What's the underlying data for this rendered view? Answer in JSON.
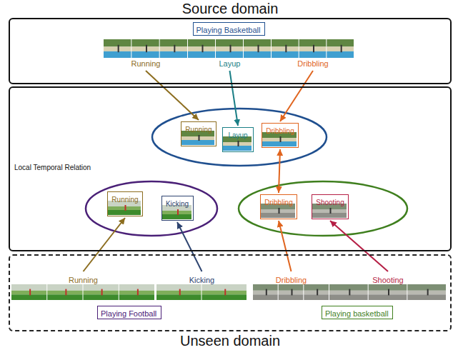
{
  "diagram": {
    "nodes": [
      {
        "text": [
          "Source domain"
        ]
      },
      {
        "text": [
          "Playing Basketball"
        ],
        "in": 0
      },
      {
        "text": [
          "Running"
        ],
        "in": 0
      },
      {
        "text": [
          "Layup"
        ],
        "in": 0
      },
      {
        "text": [
          "Dribbling"
        ],
        "in": 0
      },
      {
        "text": [
          "Local Temporal Relation"
        ]
      },
      {
        "text": [
          "Running"
        ],
        "in": 5
      },
      {
        "text": [
          "Layup"
        ],
        "in": 5
      },
      {
        "text": [
          "Dribbling"
        ],
        "in": 5
      },
      {
        "text": [
          "Running"
        ],
        "in": 5
      },
      {
        "text": [
          "Kicking"
        ],
        "in": 5
      },
      {
        "text": [
          "Dribbling"
        ],
        "in": 5
      },
      {
        "text": [
          "Shooting"
        ],
        "in": 5
      },
      {
        "text": [
          "Unseen domain"
        ]
      },
      {
        "text": [
          "Running"
        ],
        "in": 13
      },
      {
        "text": [
          "Kicking"
        ],
        "in": 13
      },
      {
        "text": [
          "Dribbling"
        ],
        "in": 13
      },
      {
        "text": [
          "Shooting"
        ],
        "in": 13
      },
      {
        "text": [
          "Playing Football"
        ],
        "in": 13
      },
      {
        "text": [
          "Playing basketball"
        ],
        "in": 13
      }
    ],
    "edges": [
      {
        "from": 2,
        "to": 6,
        "arrow": "to"
      },
      {
        "from": 3,
        "to": 7,
        "arrow": "to"
      },
      {
        "from": 4,
        "to": 8,
        "arrow": "to"
      },
      {
        "from": 14,
        "to": 9,
        "arrow": "to"
      },
      {
        "from": 15,
        "to": 10,
        "arrow": "to"
      },
      {
        "from": 16,
        "to": 11,
        "arrow": "to"
      },
      {
        "from": 17,
        "to": 12,
        "arrow": "to"
      },
      {
        "from": 8,
        "to": 11,
        "arrow": "both"
      }
    ]
  }
}
